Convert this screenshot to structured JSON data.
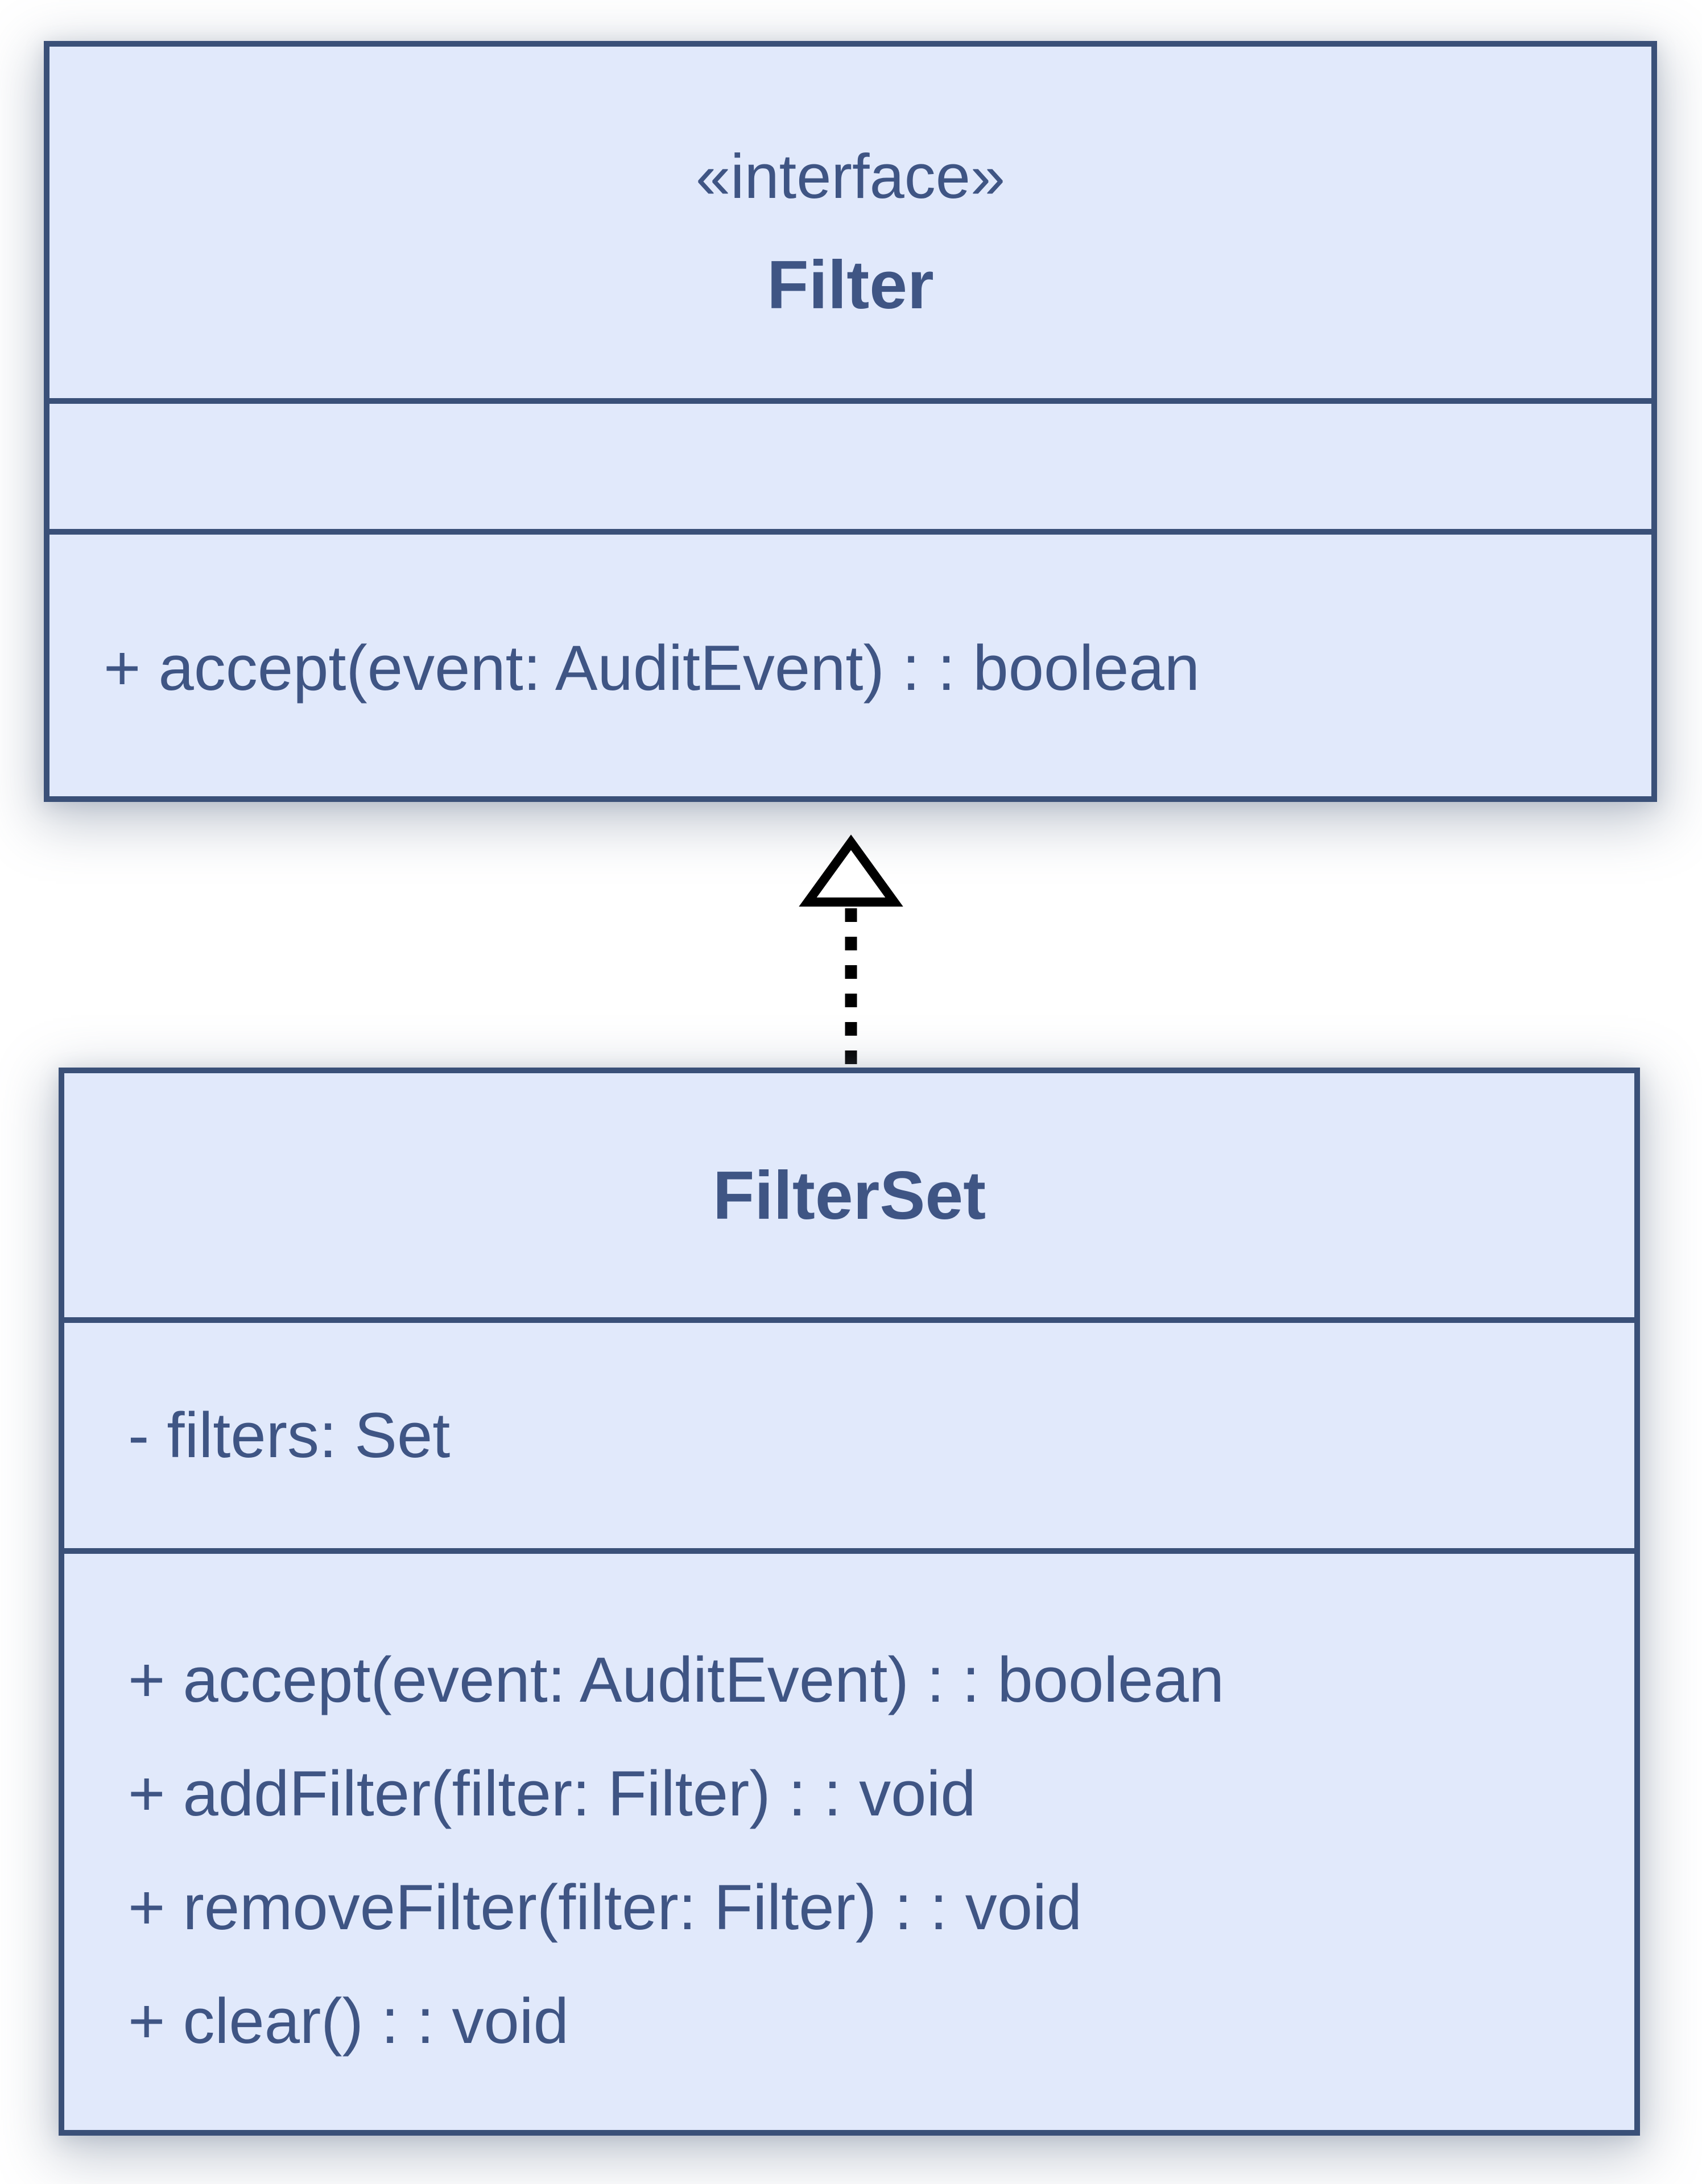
{
  "colors": {
    "box_fill": "#e1e9fb",
    "box_border": "#3a5078",
    "text": "#3f5584",
    "arrow": "#000000",
    "arrow_head_fill": "#ffffff",
    "background": "#fcfcfd"
  },
  "interface_box": {
    "stereotype": "«interface»",
    "name": "Filter",
    "attributes": [],
    "methods": [
      "+ accept(event: AuditEvent) : : boolean"
    ]
  },
  "class_box": {
    "name": "FilterSet",
    "attributes": [
      "- filters: Set"
    ],
    "methods": [
      "+ accept(event: AuditEvent) : : boolean",
      "+ addFilter(filter: Filter) : : void",
      "+ removeFilter(filter: Filter) : : void",
      "+ clear() : : void"
    ]
  },
  "connector": {
    "type": "realization",
    "style": "dashed line with hollow triangle head",
    "from": "FilterSet",
    "to": "Filter"
  }
}
